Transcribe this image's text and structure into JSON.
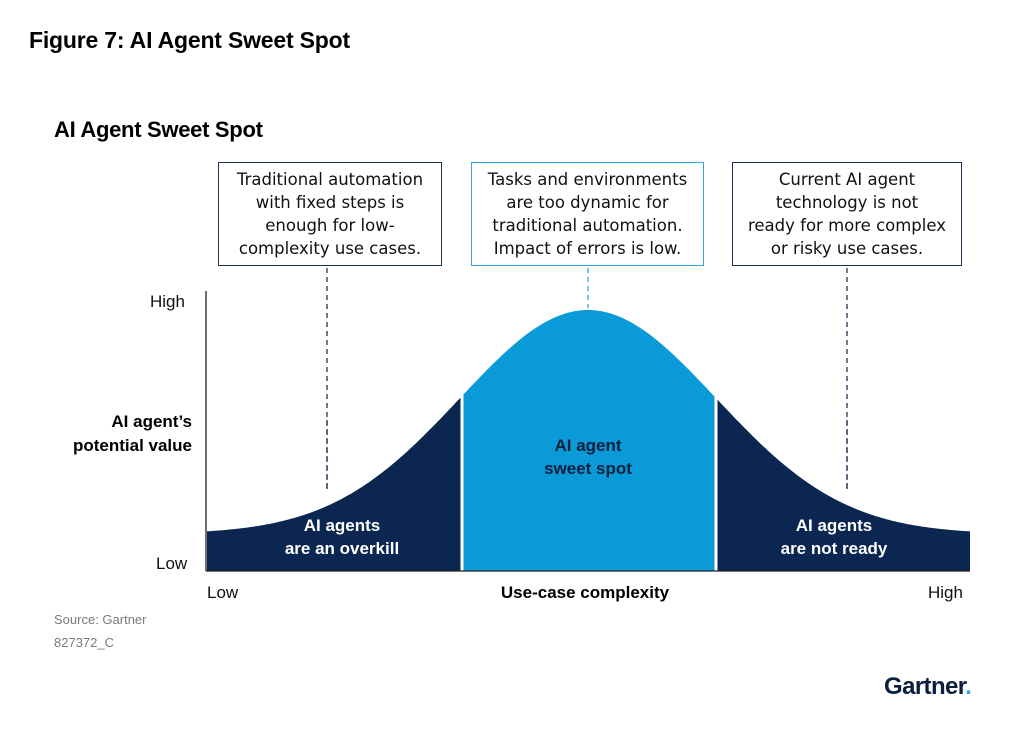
{
  "figure_title": "Figure 7: AI Agent Sweet Spot",
  "diagram": {
    "title": "AI Agent Sweet Spot",
    "callouts": {
      "left": "Traditional automation\nwith fixed steps is\nenough for low-\ncomplexity use cases.",
      "middle": "Tasks and environments\nare too dynamic for\ntraditional automation.\nImpact of errors is low.",
      "right": "Current AI agent\ntechnology is not\nready for more complex\nor risky use cases."
    },
    "y_axis": {
      "label": "AI agent’s\npotential value",
      "high": "High",
      "low": "Low"
    },
    "x_axis": {
      "label": "Use-case complexity",
      "low": "Low",
      "high": "High"
    },
    "regions": {
      "left": "AI agents\nare an overkill",
      "middle": "AI agent\nsweet spot",
      "right": "AI agents\nare not ready"
    },
    "colors": {
      "navy": "#0b2650",
      "blue": "#0a9ad7",
      "callout_border": "#1d3353",
      "callout_border_mid": "#33a6dd"
    }
  },
  "footer": {
    "source": "Source: Gartner",
    "doc_id": "827372_C",
    "logo": "Gartner",
    "logo_dot": "."
  }
}
